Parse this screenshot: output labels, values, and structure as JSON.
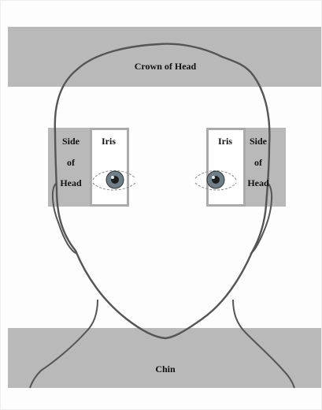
{
  "diagram": {
    "crown_label": "Crown of Head",
    "chin_label": "Chin",
    "left_iris_label": "Iris",
    "right_iris_label": "Iris",
    "left_side_label": [
      "Side",
      "of",
      "Head"
    ],
    "right_side_label": [
      "Side",
      "of",
      "Head"
    ]
  },
  "colors": {
    "band_fill": "#b9b9b9",
    "box_border": "#aaaaaa",
    "outline": "#444444",
    "iris": "#6f7f8a"
  }
}
